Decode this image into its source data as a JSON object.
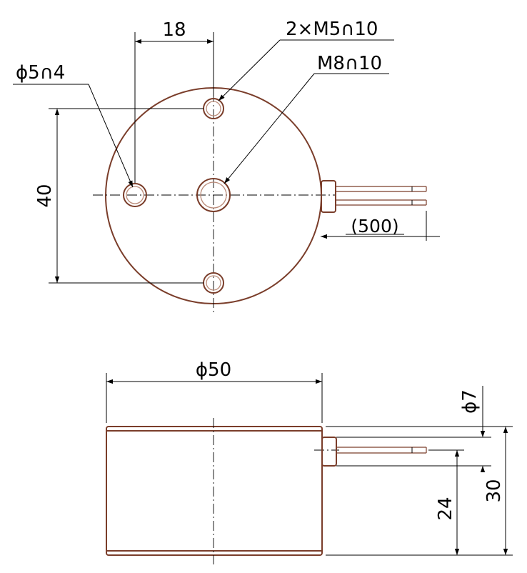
{
  "top_view": {
    "dim_hole_spacing": "18",
    "dim_height": "40",
    "callout_small_hole": "ϕ5∩4",
    "callout_m5": "2×M5∩10",
    "callout_m8": "M8∩10",
    "dim_lead_length": "(500)"
  },
  "side_view": {
    "dim_diameter": "ϕ50",
    "dim_lead_diameter": "ϕ7",
    "dim_lead_height": "24",
    "dim_total_height": "30"
  }
}
